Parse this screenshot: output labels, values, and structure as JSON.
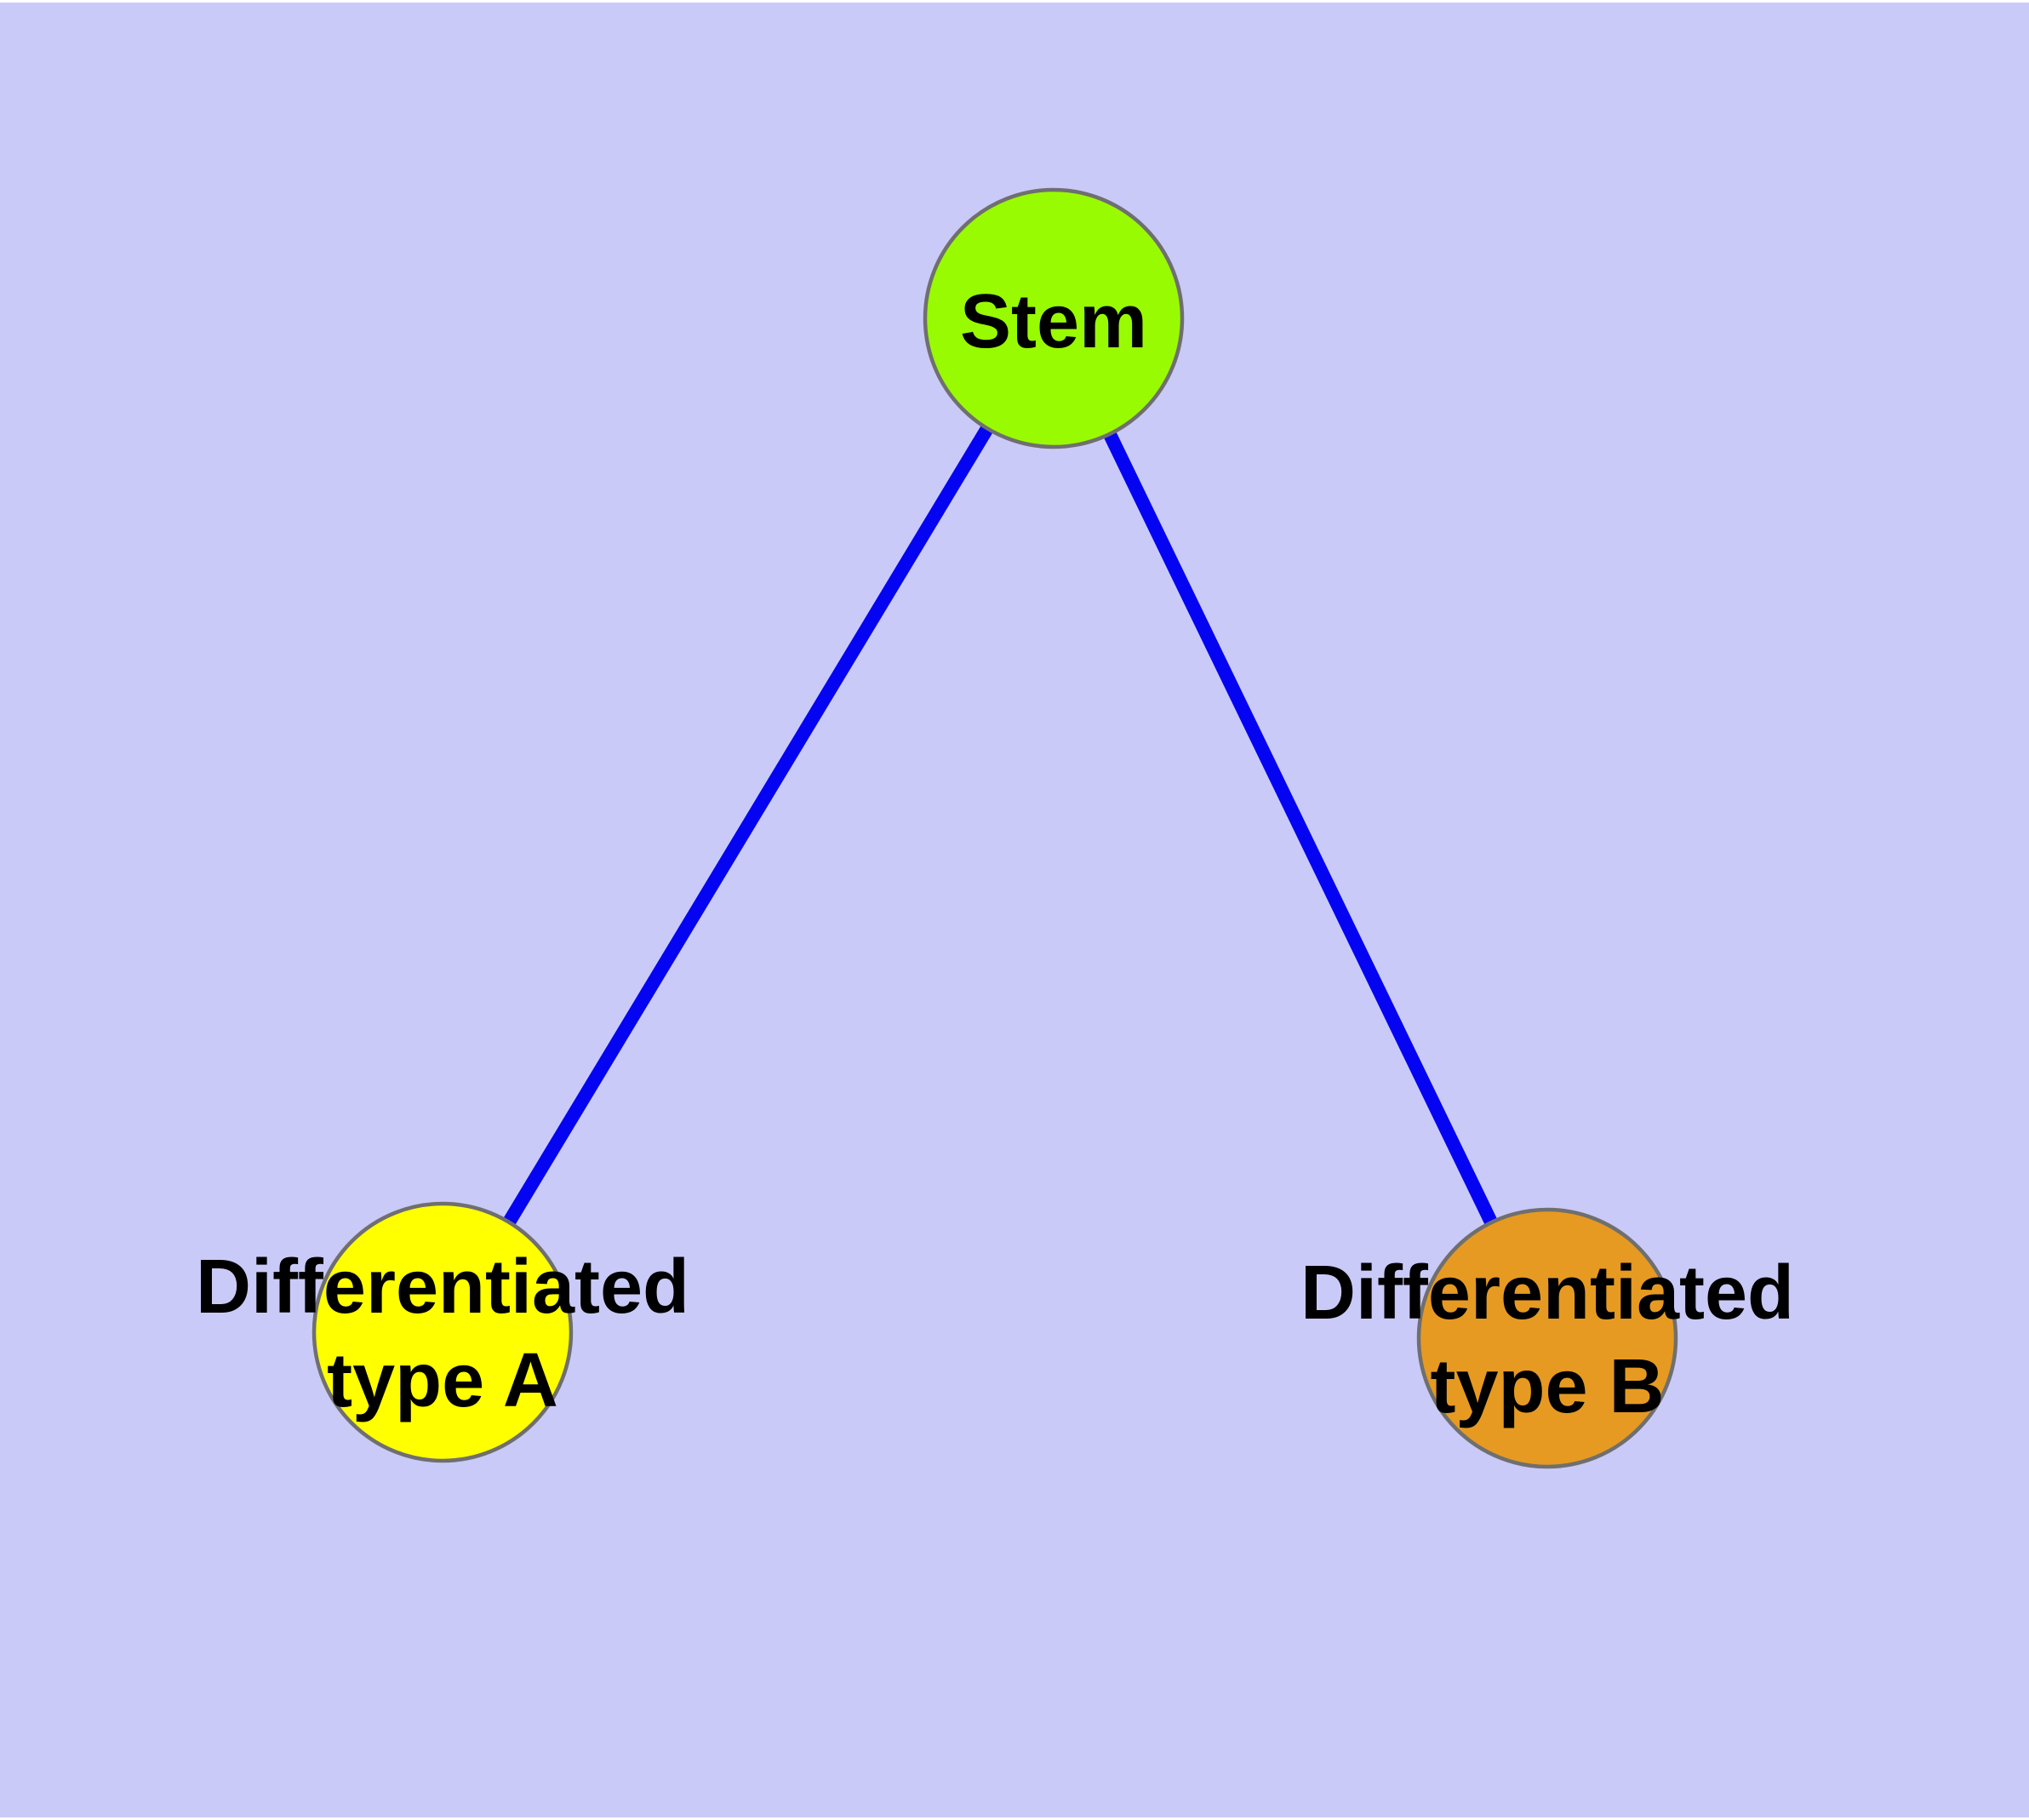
{
  "canvas": {
    "background_color": "#CACAF8",
    "margin_color": "#FFFFFF"
  },
  "diagram": {
    "type": "graph",
    "edge_color": "#0404F2",
    "node_border_color": "#6F6F6F",
    "label_color": "#000000",
    "nodes": [
      {
        "id": "stem",
        "label": "Stem",
        "lines": [
          "Stem"
        ],
        "fill": "#99FB01"
      },
      {
        "id": "differentiated-type-a",
        "label": "Differentiated type A",
        "lines": [
          "Differentiated",
          "type A"
        ],
        "fill": "#FFFF00"
      },
      {
        "id": "differentiated-type-b",
        "label": "Differentiated type B",
        "lines": [
          "Differentiated",
          "type B"
        ],
        "fill": "#E69A22"
      }
    ],
    "edges": [
      {
        "from": "Stem",
        "to": "Differentiated type A"
      },
      {
        "from": "Stem",
        "to": "Differentiated type B"
      }
    ]
  }
}
